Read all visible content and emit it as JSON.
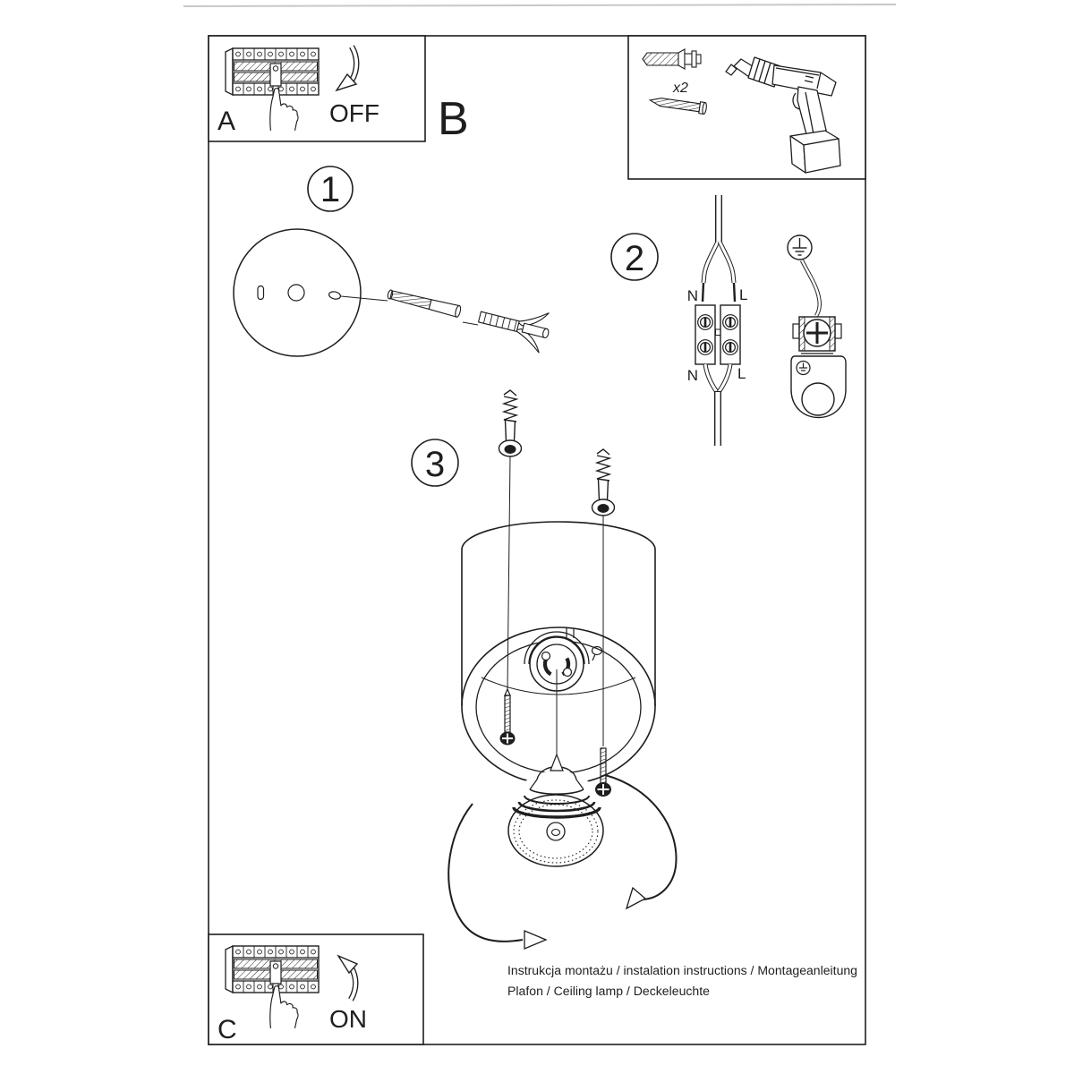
{
  "page": {
    "background": "#ffffff",
    "line_color": "#1e1e1e",
    "scan_edge_color": "#c8c8c8"
  },
  "panel_a": {
    "label": "A",
    "state": "OFF"
  },
  "section_b": {
    "label": "B"
  },
  "hardware_box": {
    "anchor_quantity": "x2"
  },
  "steps": [
    {
      "number": "1"
    },
    {
      "number": "2"
    },
    {
      "number": "3"
    }
  ],
  "wiring": {
    "labels": {
      "top_left": "N",
      "top_right": "L",
      "bottom_left": "N",
      "bottom_right": "L"
    }
  },
  "panel_c": {
    "label": "C",
    "state": "ON"
  },
  "footer_text": {
    "line1": "Instrukcja montażu / instalation instructions / Montageanleitung",
    "line2": "Plafon / Ceiling lamp / Deckeleuchte"
  }
}
